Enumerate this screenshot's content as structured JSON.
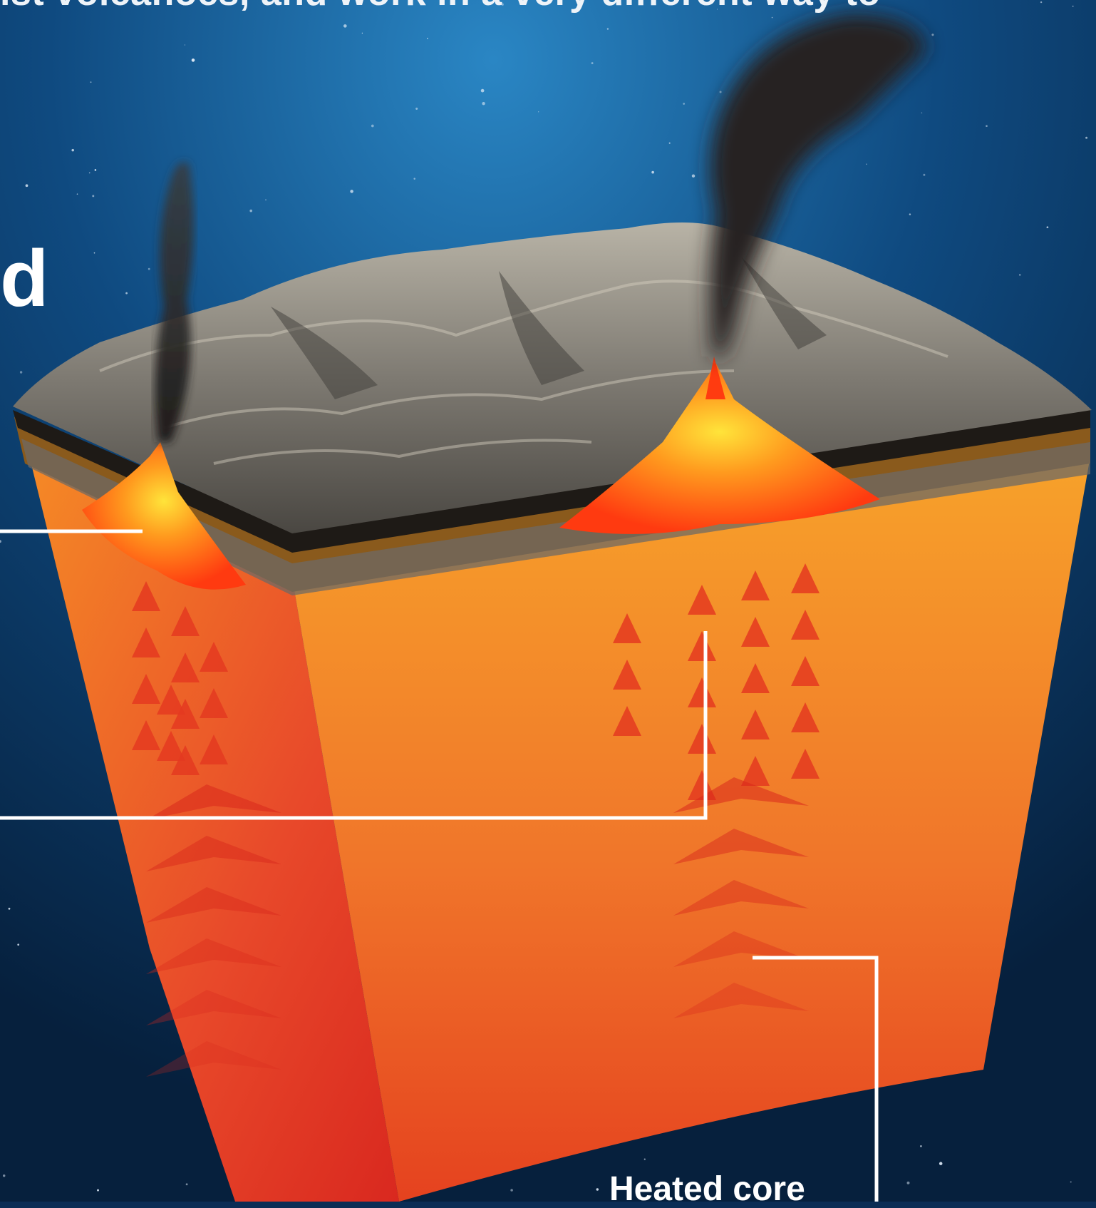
{
  "top_text": "ist volcanoes, and work in a very different way to",
  "heading_fragment": "d",
  "labels": {
    "heated_core": "Heated core"
  },
  "colors": {
    "sky_top": "#1d6aa8",
    "sky_bottom": "#07213f",
    "mantle_light": "#f59a2a",
    "mantle_dark": "#e2361e",
    "lava": "#ff4a12",
    "lava_glow": "#ffe23a",
    "rock": "#8f8a80",
    "smoke": "#2c2a29",
    "leader_line": "#ffffff"
  },
  "icons": {
    "volcano_left": "volcano-plume-icon",
    "volcano_right": "volcano-plume-icon",
    "flow_arrows": "upward-arrow-icon"
  }
}
